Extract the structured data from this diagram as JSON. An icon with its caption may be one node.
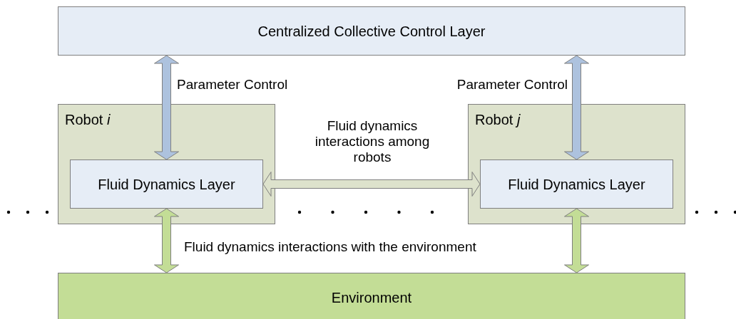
{
  "diagram": {
    "nodes": [
      {
        "text": [
          "Centralized Collective Control Layer"
        ]
      },
      {
        "text": [
          "Robot *i*"
        ]
      },
      {
        "text": [
          "Fluid Dynamics Layer"
        ],
        "in": 1
      },
      {
        "text": [
          "Robot *j*"
        ]
      },
      {
        "text": [
          "Fluid Dynamics Layer"
        ],
        "in": 3
      },
      {
        "text": [
          "Environment"
        ]
      }
    ],
    "edges": [
      {
        "from": 0,
        "to": 2,
        "arrow": "both",
        "label": "Parameter Control",
        "color": "#adc2de"
      },
      {
        "from": 0,
        "to": 4,
        "arrow": "both",
        "label": "Parameter Control",
        "color": "#adc2de"
      },
      {
        "from": 2,
        "to": 4,
        "arrow": "both",
        "label": "Fluid dynamics interactions among robots",
        "color": "#dde2cc"
      },
      {
        "from": 2,
        "to": 5,
        "arrow": "both",
        "color": "#c3dd96"
      },
      {
        "from": 4,
        "to": 5,
        "arrow": "both",
        "color": "#c3dd96"
      }
    ],
    "labels": [
      "Fluid dynamics interactions with the environment"
    ]
  }
}
